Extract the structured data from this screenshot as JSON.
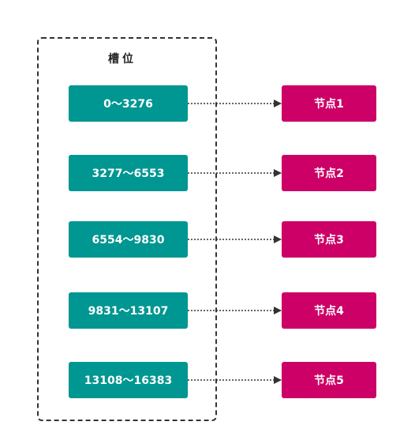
{
  "group": {
    "title": "槽位"
  },
  "colors": {
    "slot": "#009691",
    "node": "#cc0066",
    "arrow": "#333333",
    "border": "#333333"
  },
  "rows": [
    {
      "slot_range": "0～3276",
      "node": "节点1"
    },
    {
      "slot_range": "3277～6553",
      "node": "节点2"
    },
    {
      "slot_range": "6554～9830",
      "node": "节点3"
    },
    {
      "slot_range": "9831～13107",
      "node": "节点4"
    },
    {
      "slot_range": "13108～16383",
      "node": "节点5"
    }
  ]
}
